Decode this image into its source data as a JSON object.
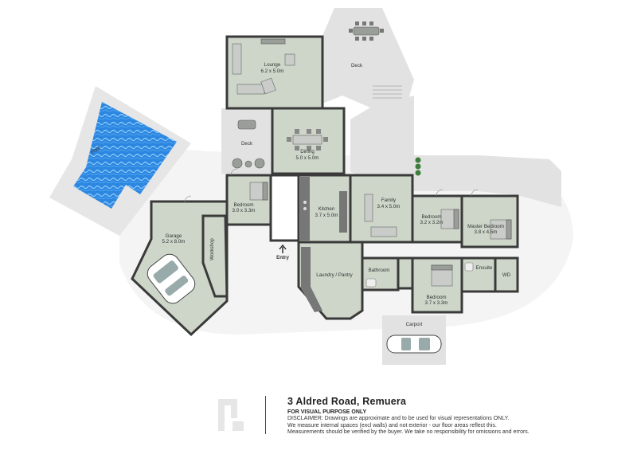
{
  "rooms": {
    "lounge": {
      "name": "Lounge",
      "dims": "6.2 x 5.0m"
    },
    "deck_top": {
      "name": "Deck"
    },
    "deck_left": {
      "name": "Deck"
    },
    "dining": {
      "name": "Dining",
      "dims": "5.0 x 5.0m"
    },
    "pool": {
      "name": "Pool"
    },
    "bedroom1": {
      "name": "Bedroom",
      "dims": "3.0 x 3.3m"
    },
    "kitchen": {
      "name": "Kitchen",
      "dims": "3.7 x 5.0m"
    },
    "family": {
      "name": "Family",
      "dims": "3.4 x 5.0m"
    },
    "bedroom2": {
      "name": "Bedroom",
      "dims": "3.2 x 3.2m"
    },
    "master": {
      "name": "Master Bedroom",
      "dims": "3.8 x 4.5m"
    },
    "garage": {
      "name": "Garage",
      "dims": "5.2 x 8.0m"
    },
    "workshop": {
      "name": "Workshop"
    },
    "entry": {
      "name": "Entry"
    },
    "laundry": {
      "name": "Laundry / Pantry"
    },
    "bathroom": {
      "name": "Bathroom"
    },
    "bedroom3": {
      "name": "Bedroom",
      "dims": "3.7 x 3.3m"
    },
    "ensuite": {
      "name": "Ensuite"
    },
    "wd": {
      "name": "WD"
    },
    "carport": {
      "name": "Carport"
    }
  },
  "footer": {
    "address": "3 Aldred Road, Remuera",
    "purpose": "FOR VISUAL PURPOSE ONLY",
    "disclaimer": [
      "DISCLAIMER:  Drawings are approximate and to be used for visual representations ONLY.",
      "We measure internal spaces (excl walls) and not exterior - our floor areas reflect this.",
      "Measurements should be verified by the buyer. We take no responsibility for omissions and errors."
    ]
  },
  "colors": {
    "room_fill": "#cdd6c9",
    "wall": "#3a3a3a",
    "deck": "#e2e2e2",
    "pool_water": "#3a8fdc"
  }
}
